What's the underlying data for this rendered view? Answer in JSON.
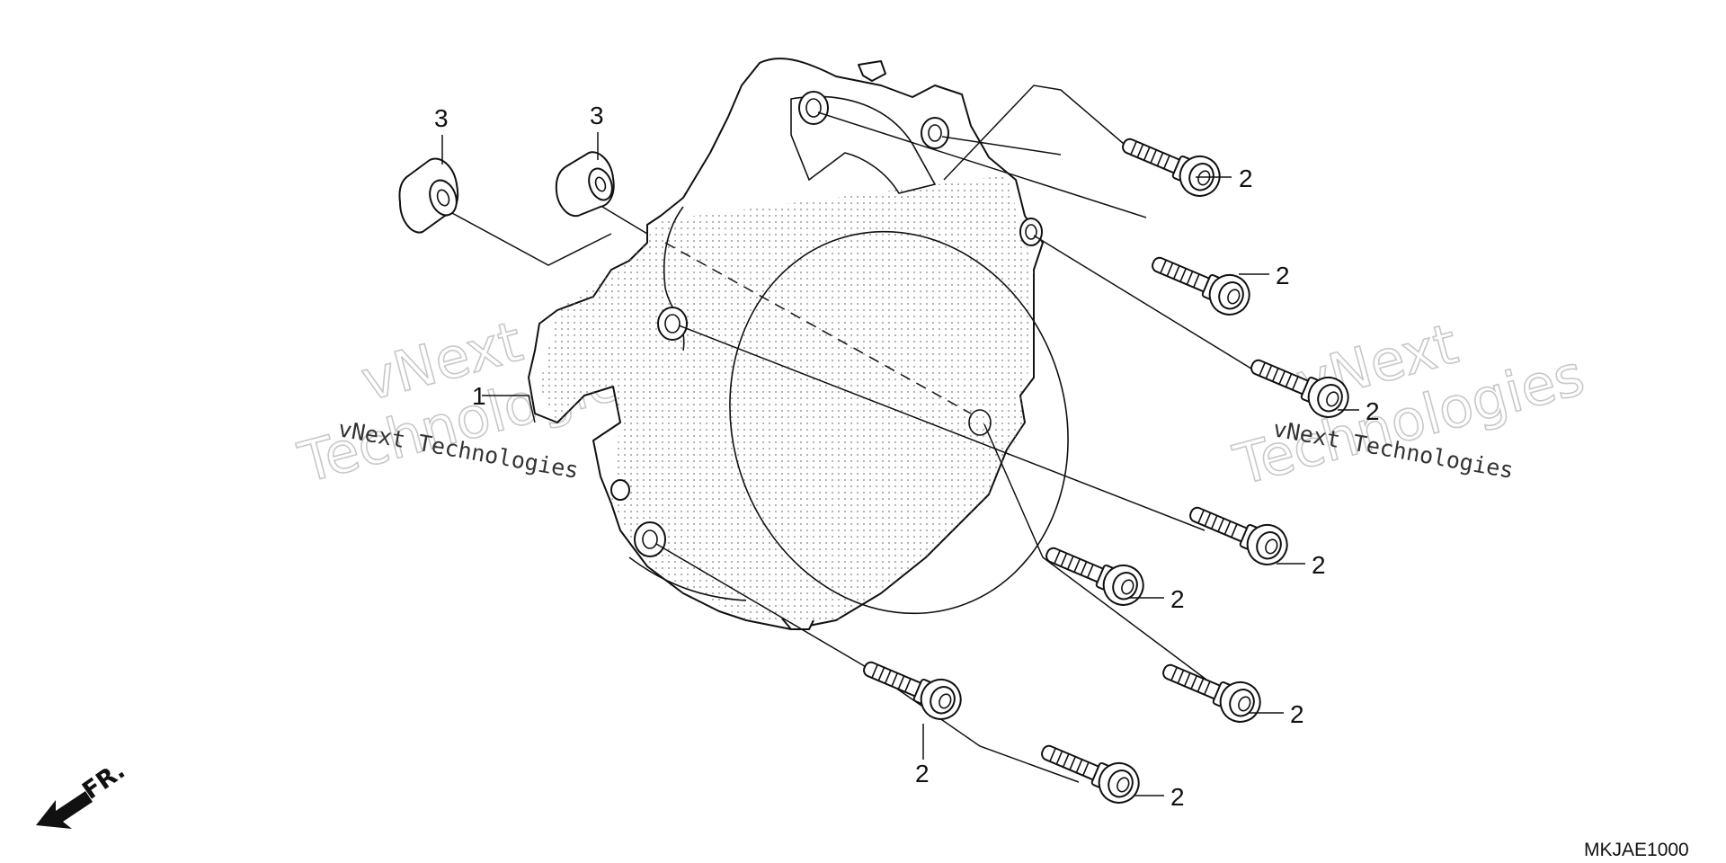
{
  "diagram": {
    "code": "MKJAE1000",
    "direction_label": "FR.",
    "callouts": [
      {
        "id": "cover",
        "label": "1"
      },
      {
        "id": "bolt-1",
        "label": "2"
      },
      {
        "id": "bolt-2",
        "label": "2"
      },
      {
        "id": "bolt-3",
        "label": "2"
      },
      {
        "id": "bolt-4",
        "label": "2"
      },
      {
        "id": "bolt-5",
        "label": "2"
      },
      {
        "id": "bolt-6",
        "label": "2"
      },
      {
        "id": "bolt-7",
        "label": "2"
      },
      {
        "id": "bolt-8",
        "label": "2"
      },
      {
        "id": "dowel-1",
        "label": "3"
      },
      {
        "id": "dowel-2",
        "label": "3"
      }
    ]
  },
  "watermarks": {
    "line_text": "vNext Technologies",
    "brand_top": "vNext",
    "brand_bottom": "Technologies"
  }
}
